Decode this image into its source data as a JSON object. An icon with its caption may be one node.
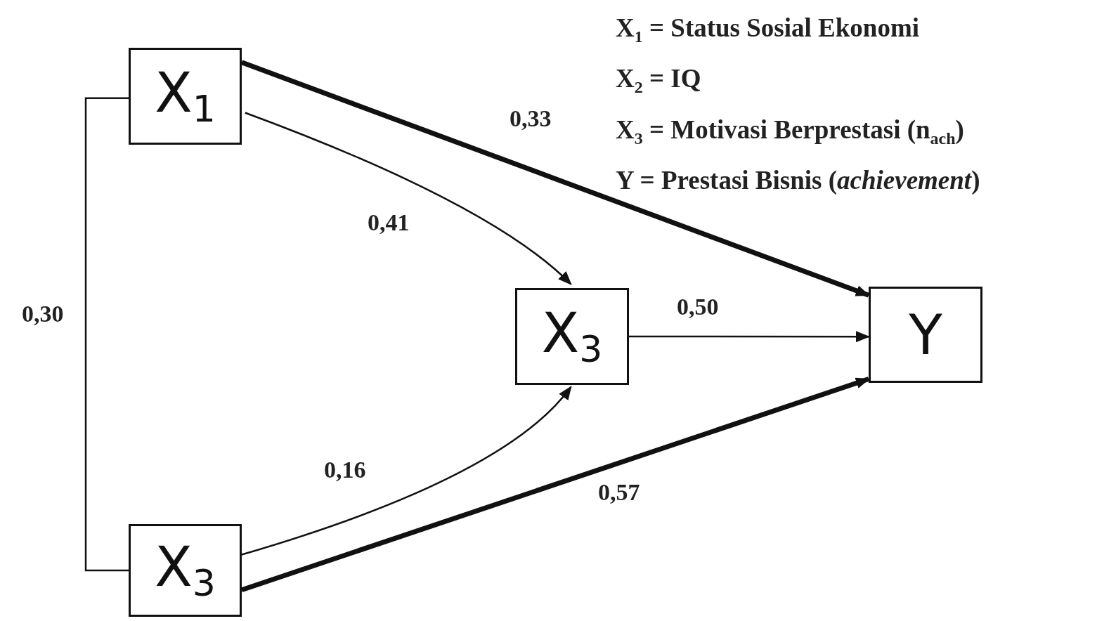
{
  "diagram": {
    "nodes": [
      {
        "text": [
          "X$_{1}$"
        ]
      },
      {
        "text": [
          "X$_{3}$"
        ]
      },
      {
        "text": [
          "Y"
        ]
      },
      {
        "text": [
          "X$_{3}$"
        ]
      }
    ],
    "edges": [
      {
        "from": 0,
        "to": 3,
        "arrow": "none",
        "label": "0,30"
      },
      {
        "from": 0,
        "to": 2,
        "arrow": "to",
        "label": "0,33",
        "style": "thick"
      },
      {
        "from": 0,
        "to": 1,
        "arrow": "to",
        "label": "0,41"
      },
      {
        "from": 1,
        "to": 2,
        "arrow": "to",
        "label": "0,50"
      },
      {
        "from": 3,
        "to": 1,
        "arrow": "to",
        "label": "0,16"
      },
      {
        "from": 3,
        "to": 2,
        "arrow": "to",
        "label": "0,57",
        "style": "thick"
      }
    ],
    "labels": [
      "X$_{1}$ = Status Sosial Ekonomi",
      "X$_{2}$ = IQ",
      "X$_{3}$ = Motivasi Berprestasi (n$_{ach}$)",
      "Y = Prestasi Bisnis (*achievement*)"
    ]
  }
}
